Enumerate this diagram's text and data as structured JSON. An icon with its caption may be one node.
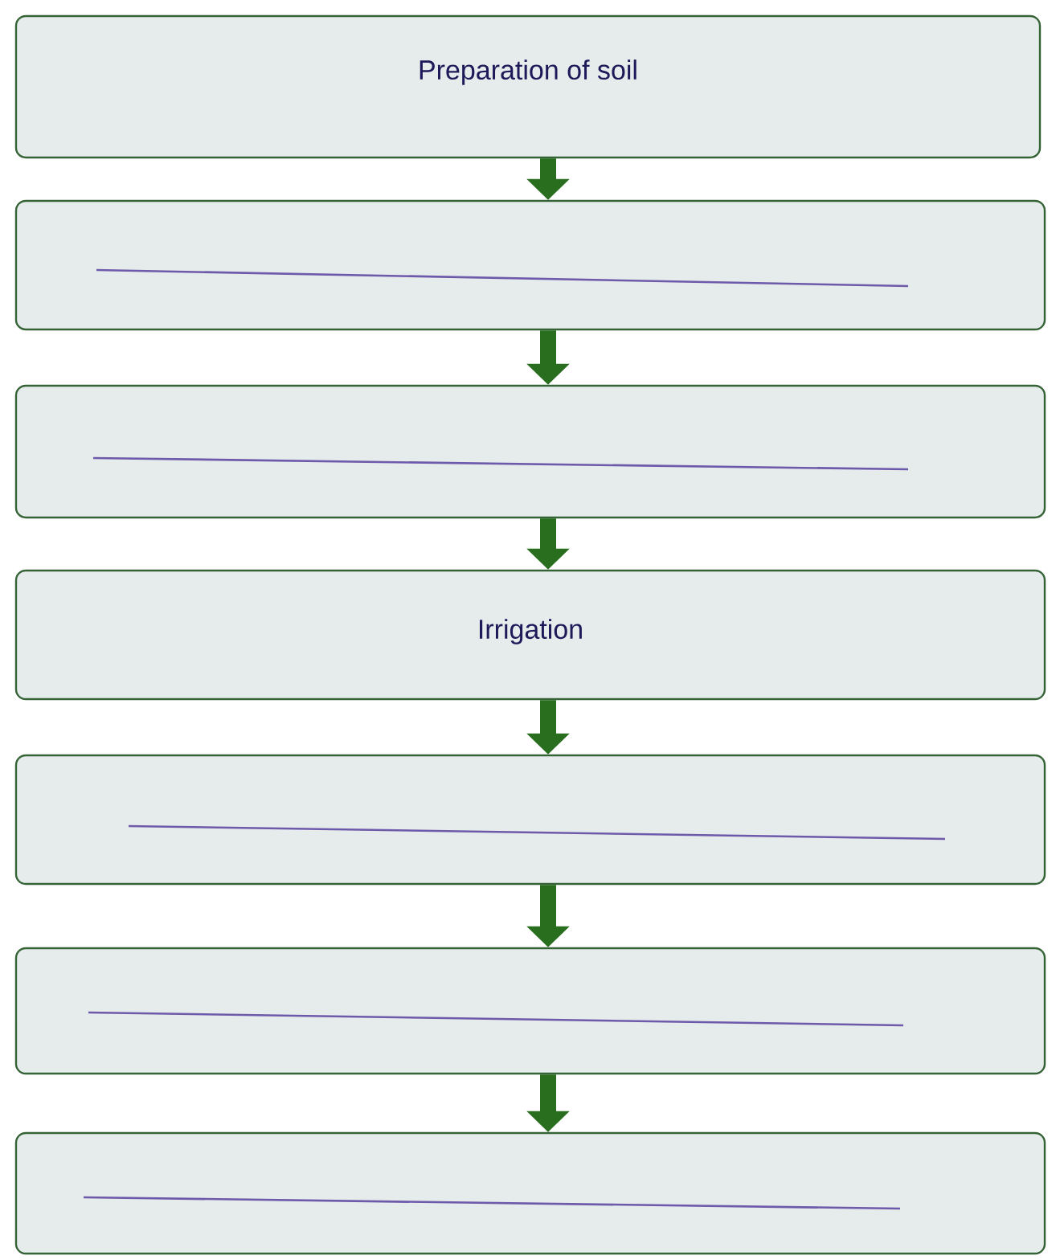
{
  "diagram": {
    "nodes": [
      {
        "text": [
          "Preparation of soil"
        ]
      },
      {
        "text": [],
        "shape": "box"
      },
      {
        "text": [],
        "shape": "box"
      },
      {
        "text": [
          "Irrigation"
        ]
      },
      {
        "text": [],
        "shape": "box"
      },
      {
        "text": [],
        "shape": "box"
      },
      {
        "text": [],
        "shape": "box"
      }
    ],
    "edges": [
      {
        "from": 0,
        "to": 1,
        "arrow": "to"
      },
      {
        "from": 1,
        "to": 2,
        "arrow": "to"
      },
      {
        "from": 2,
        "to": 3,
        "arrow": "to"
      },
      {
        "from": 3,
        "to": 4,
        "arrow": "to"
      },
      {
        "from": 4,
        "to": 5,
        "arrow": "to"
      },
      {
        "from": 5,
        "to": 6,
        "arrow": "to"
      }
    ]
  }
}
